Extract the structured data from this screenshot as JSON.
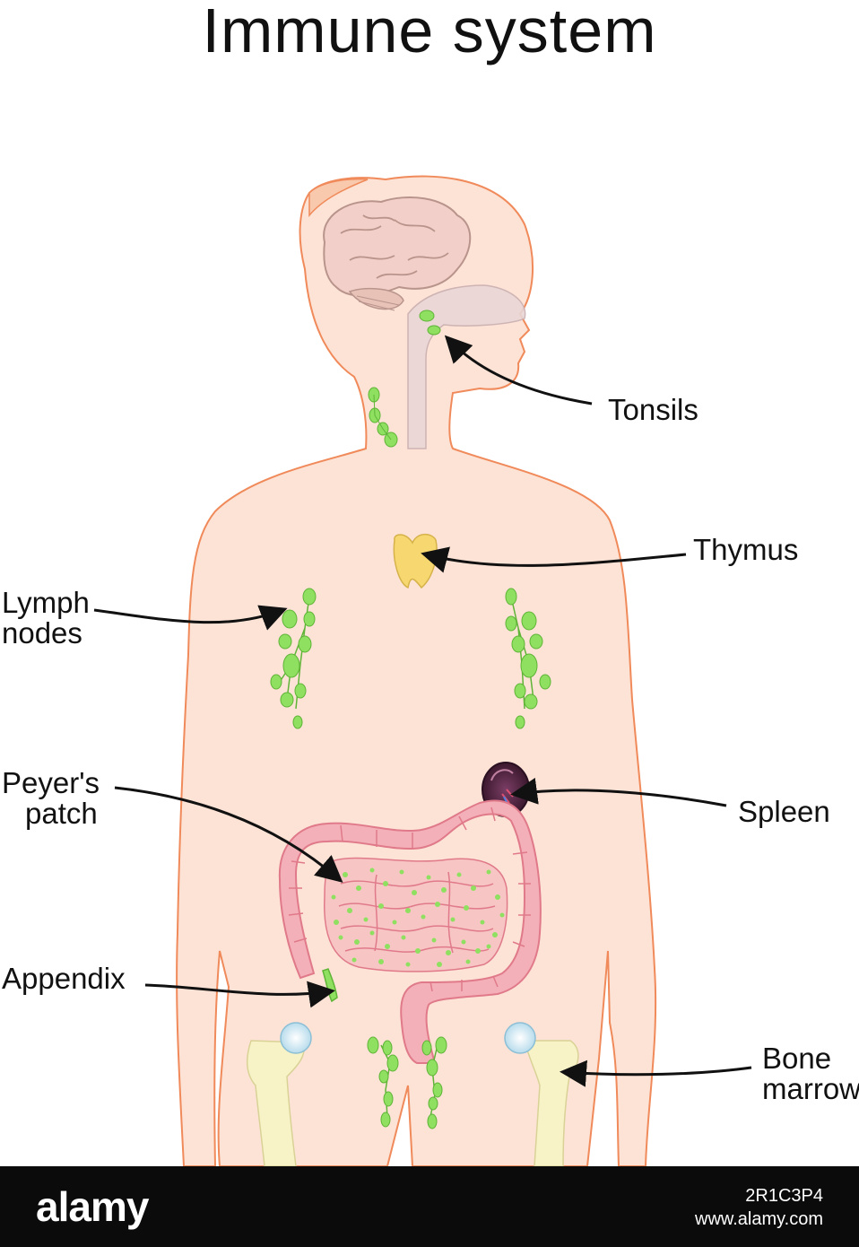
{
  "title": "Immune system",
  "labels": {
    "tonsils": "Tonsils",
    "thymus": "Thymus",
    "lymph_nodes_1": "Lymph",
    "lymph_nodes_2": "nodes",
    "peyers_1": "Peyer's",
    "peyers_2": "patch",
    "spleen": "Spleen",
    "appendix": "Appendix",
    "bone_1": "Bone",
    "bone_2": "marrow"
  },
  "footer": {
    "watermark": "alamy",
    "image_id": "2R1C3P4",
    "site": "www.alamy.com"
  },
  "colors": {
    "skin": "#fde3d6",
    "outline": "#f08a5a",
    "lymph": "#8fe060",
    "intestine": "#f4b0b8",
    "thymus": "#f7d870",
    "spleen": "#5a2a4a",
    "bone": "#f7f3c6"
  }
}
